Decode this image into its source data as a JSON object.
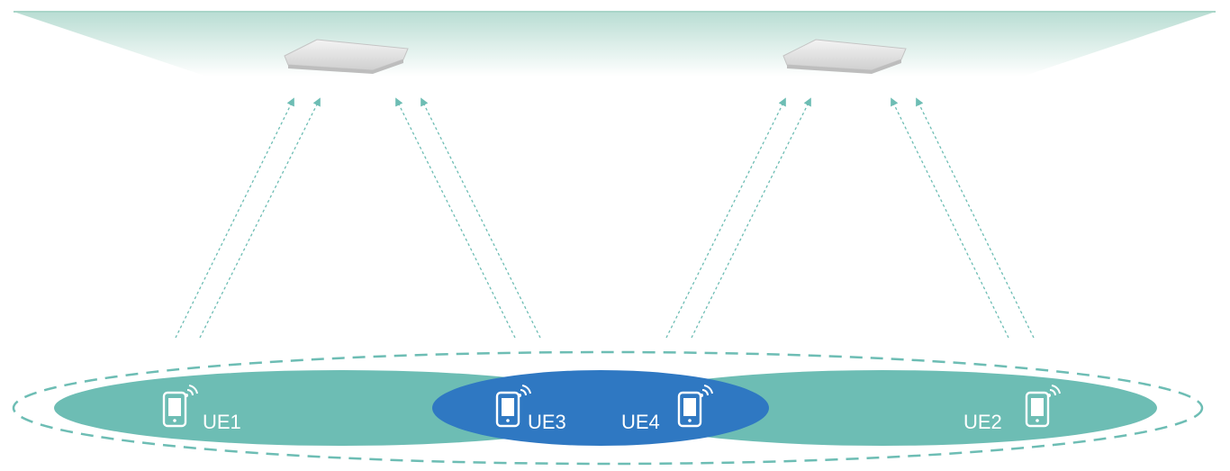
{
  "colors": {
    "ceiling_top": "#b9ddd3",
    "ceiling_bottom": "#ffffff",
    "arrow": "#6dbdb4",
    "cell_teal": "#6dbdb4",
    "cell_blue": "#2f78c2",
    "boundary": "#6dbdb4",
    "label": "#ffffff"
  },
  "access_points": [
    {
      "name": "ap-left",
      "icon": "ceiling-access-point-icon"
    },
    {
      "name": "ap-right",
      "icon": "ceiling-access-point-icon"
    }
  ],
  "devices": [
    {
      "name": "ue1",
      "label": "UE1",
      "icon": "mobile-phone-wifi-icon"
    },
    {
      "name": "ue3",
      "label": "UE3",
      "icon": "mobile-phone-wifi-icon"
    },
    {
      "name": "ue4",
      "label": "UE4",
      "icon": "mobile-phone-wifi-icon"
    },
    {
      "name": "ue2",
      "label": "UE2",
      "icon": "mobile-phone-wifi-icon"
    }
  ]
}
